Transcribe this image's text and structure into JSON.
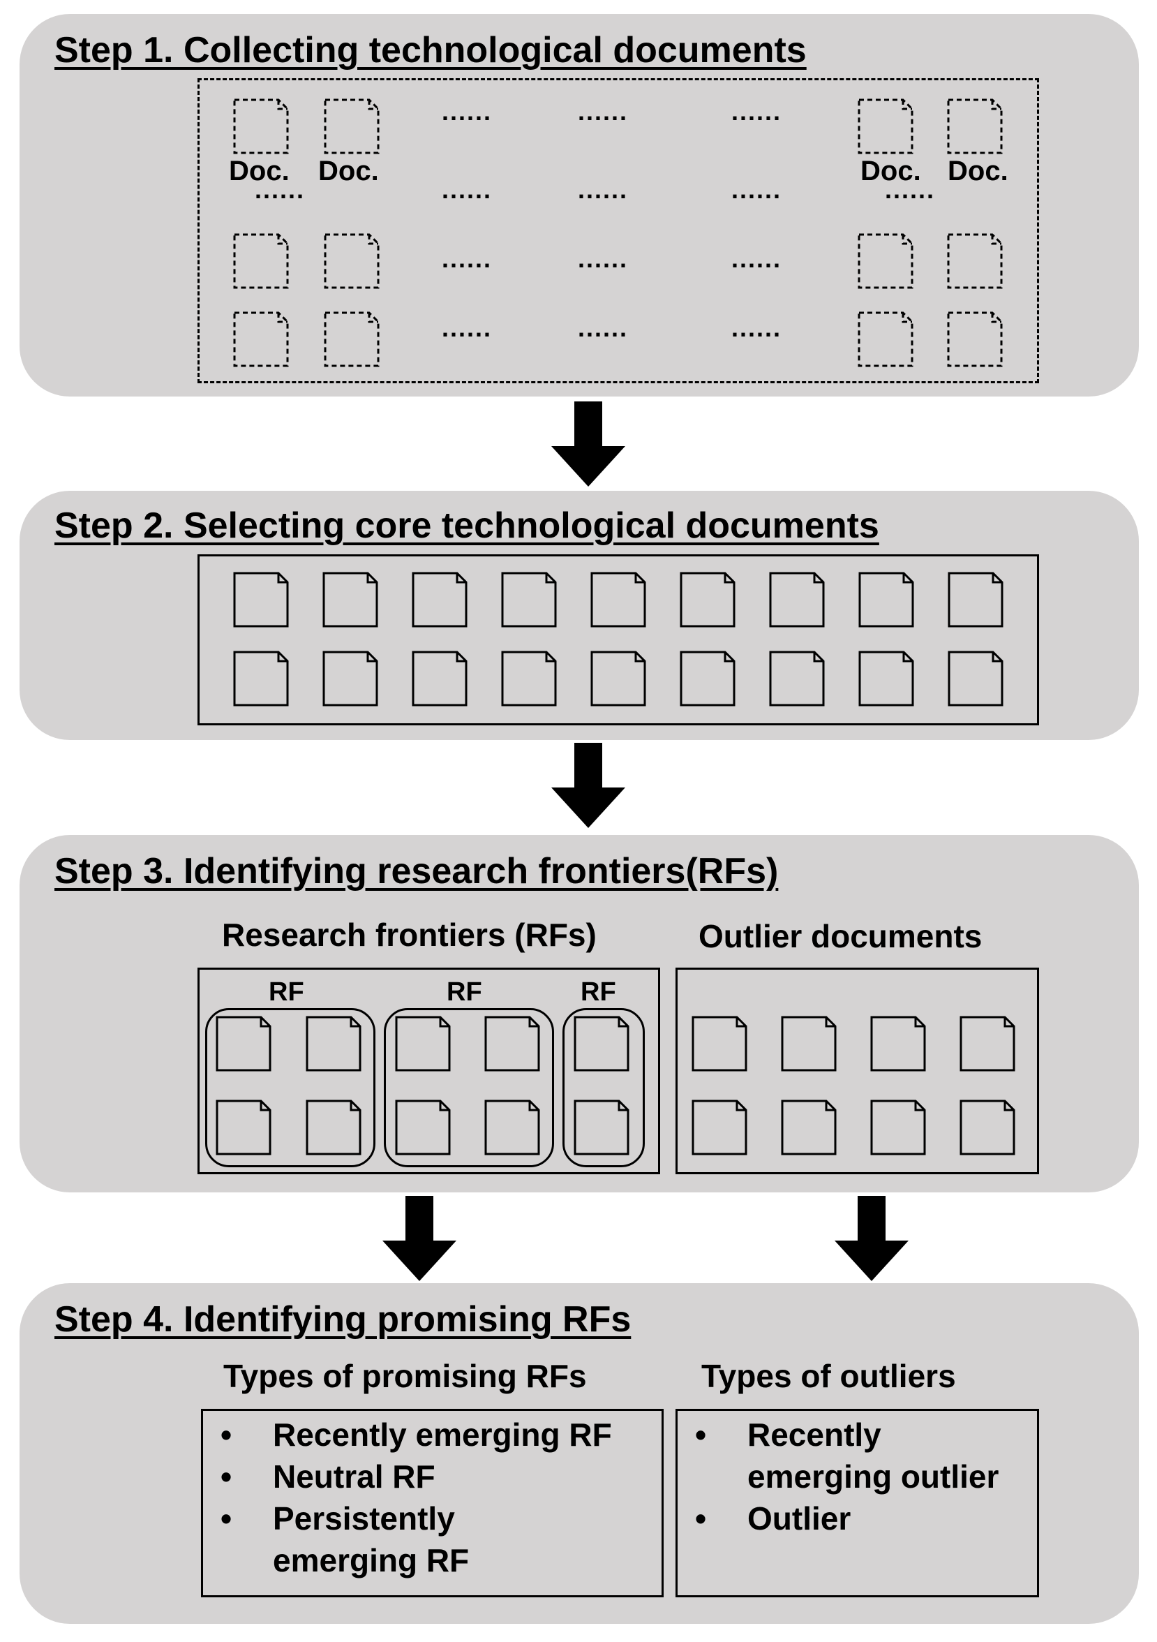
{
  "step1": {
    "title": "Step 1. Collecting technological documents",
    "doc_label": "Doc.",
    "ellipsis": "......"
  },
  "step2": {
    "title": "Step 2. Selecting core technological documents"
  },
  "step3": {
    "title": "Step 3. Identifying research frontiers(RFs)",
    "rf_heading": "Research frontiers (RFs)",
    "outlier_heading": "Outlier documents",
    "rf_label": "RF"
  },
  "step4": {
    "title": "Step 4. Identifying promising RFs",
    "promising_heading": "Types of promising RFs",
    "outliers_heading": "Types of outliers",
    "promising_items": [
      "Recently emerging RF",
      "Neutral RF",
      "Persistently emerging RF"
    ],
    "outlier_items": [
      "Recently emerging outlier",
      "Outlier"
    ]
  },
  "colors": {
    "panel": "#d5d3d3",
    "stroke": "#000000"
  }
}
